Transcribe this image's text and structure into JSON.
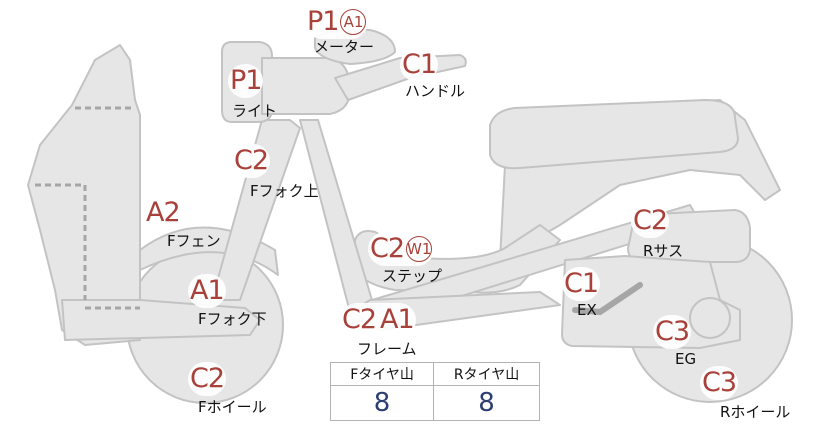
{
  "parts": [
    {
      "id": "meter",
      "codes": [
        "P1"
      ],
      "sub": "A1",
      "label": "メーター"
    },
    {
      "id": "handle",
      "codes": [
        "C1"
      ],
      "sub": null,
      "label": "ハンドル"
    },
    {
      "id": "light",
      "codes": [
        "P1"
      ],
      "sub": null,
      "label": "ライト"
    },
    {
      "id": "ffork-upper",
      "codes": [
        "C2"
      ],
      "sub": null,
      "label": "Fフォク上"
    },
    {
      "id": "ffender",
      "codes": [
        "A2"
      ],
      "sub": null,
      "label": "Fフェン"
    },
    {
      "id": "step",
      "codes": [
        "C2"
      ],
      "sub": "W1",
      "label": "ステップ"
    },
    {
      "id": "ffork-lower",
      "codes": [
        "A1"
      ],
      "sub": null,
      "label": "Fフォク下"
    },
    {
      "id": "frame",
      "codes": [
        "C2",
        "A1"
      ],
      "sub": null,
      "label": "フレーム"
    },
    {
      "id": "fwheel",
      "codes": [
        "C2"
      ],
      "sub": null,
      "label": "Fホイール"
    },
    {
      "id": "rsus",
      "codes": [
        "C2"
      ],
      "sub": null,
      "label": "Rサス"
    },
    {
      "id": "ex",
      "codes": [
        "C1"
      ],
      "sub": null,
      "label": "EX"
    },
    {
      "id": "eg",
      "codes": [
        "C3"
      ],
      "sub": null,
      "label": "EG"
    },
    {
      "id": "rwheel",
      "codes": [
        "C3"
      ],
      "sub": null,
      "label": "Rホイール"
    }
  ],
  "tread": {
    "headers": [
      "Fタイヤ山",
      "Rタイヤ山"
    ],
    "values": [
      "8",
      "8"
    ]
  },
  "colors": {
    "code": "#a8413a",
    "part_fill": "#e6e6e6",
    "part_stroke": "#c3c3c3",
    "dash": "#a6a6a6",
    "value": "#2c3e72"
  }
}
